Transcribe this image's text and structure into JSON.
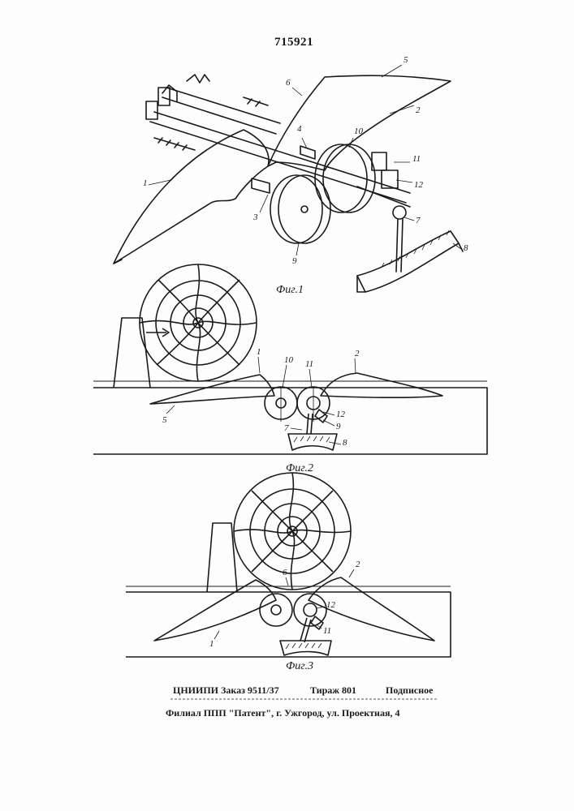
{
  "patent_number": "715921",
  "figures": {
    "fig1": {
      "caption": "Фиг.1",
      "labels": [
        "1",
        "2",
        "3",
        "4",
        "5",
        "6",
        "7",
        "8",
        "9",
        "10",
        "11",
        "12"
      ]
    },
    "fig2": {
      "caption": "Фиг.2",
      "labels": [
        "1",
        "2",
        "5",
        "7",
        "8",
        "9",
        "10",
        "11",
        "12"
      ]
    },
    "fig3": {
      "caption": "Фиг.3",
      "labels": [
        "1",
        "2",
        "6",
        "11",
        "12"
      ]
    }
  },
  "imprint": {
    "org_order": "ЦНИИПИ Заказ 9511/37",
    "circulation": "Тираж 801",
    "subscription": "Подписное",
    "branch": "Филиал ППП \"Патент\", г. Ужгород, ул. Проектная, 4"
  }
}
